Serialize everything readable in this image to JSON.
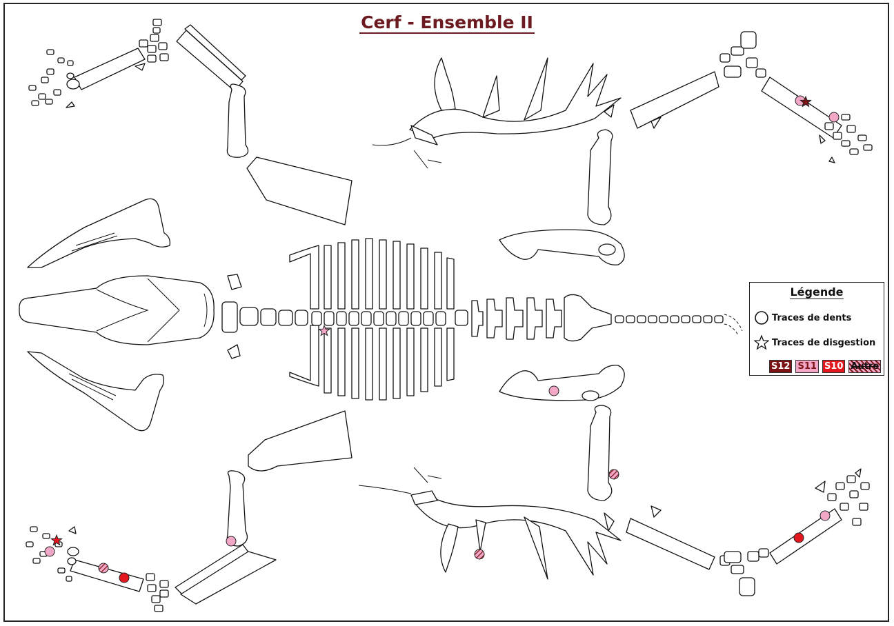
{
  "title": "Cerf - Ensemble II",
  "legend": {
    "title": "Légende",
    "teeth_label": "Traces de dents",
    "digestion_label": "Traces de disgestion",
    "swatches": [
      {
        "label": "S12",
        "color": "#7a1216",
        "text_color": "#ffffff"
      },
      {
        "label": "S11",
        "color": "#f2a7c6",
        "text_color": "#7a1216"
      },
      {
        "label": "S10",
        "color": "#e3171e",
        "text_color": "#ffffff"
      },
      {
        "label": "Autre",
        "color": "hatched",
        "text_color": "#111111"
      }
    ]
  },
  "colors": {
    "S12": "#7a1216",
    "S11": "#f2a7c6",
    "S10": "#e3171e",
    "outline": "#111111",
    "title": "#6b1a1f"
  },
  "marks": [
    {
      "group": "S11",
      "symbol": "circle",
      "region": "upper-right-metapodial"
    },
    {
      "group": "S12",
      "symbol": "star",
      "region": "upper-right-metapodial"
    },
    {
      "group": "S11",
      "symbol": "circle",
      "region": "upper-right-metapodial-distal"
    },
    {
      "group": "S11",
      "symbol": "star",
      "region": "thoracic-vertebra"
    },
    {
      "group": "S11",
      "symbol": "circle",
      "region": "lower-pelvis"
    },
    {
      "group": "Autre",
      "symbol": "circle",
      "region": "lower-right-femur"
    },
    {
      "group": "S11",
      "symbol": "circle",
      "region": "lower-left-humerus-distal"
    },
    {
      "group": "S10",
      "symbol": "star",
      "region": "lower-left-phalanges"
    },
    {
      "group": "S11",
      "symbol": "circle",
      "region": "lower-left-phalanges"
    },
    {
      "group": "Autre",
      "symbol": "circle",
      "region": "lower-left-metapodial"
    },
    {
      "group": "S10",
      "symbol": "circle",
      "region": "lower-left-metapodial"
    },
    {
      "group": "Autre",
      "symbol": "circle",
      "region": "lower-antler"
    },
    {
      "group": "S10",
      "symbol": "circle",
      "region": "lower-right-metapodial"
    },
    {
      "group": "S11",
      "symbol": "circle",
      "region": "lower-right-metapodial-distal"
    }
  ]
}
